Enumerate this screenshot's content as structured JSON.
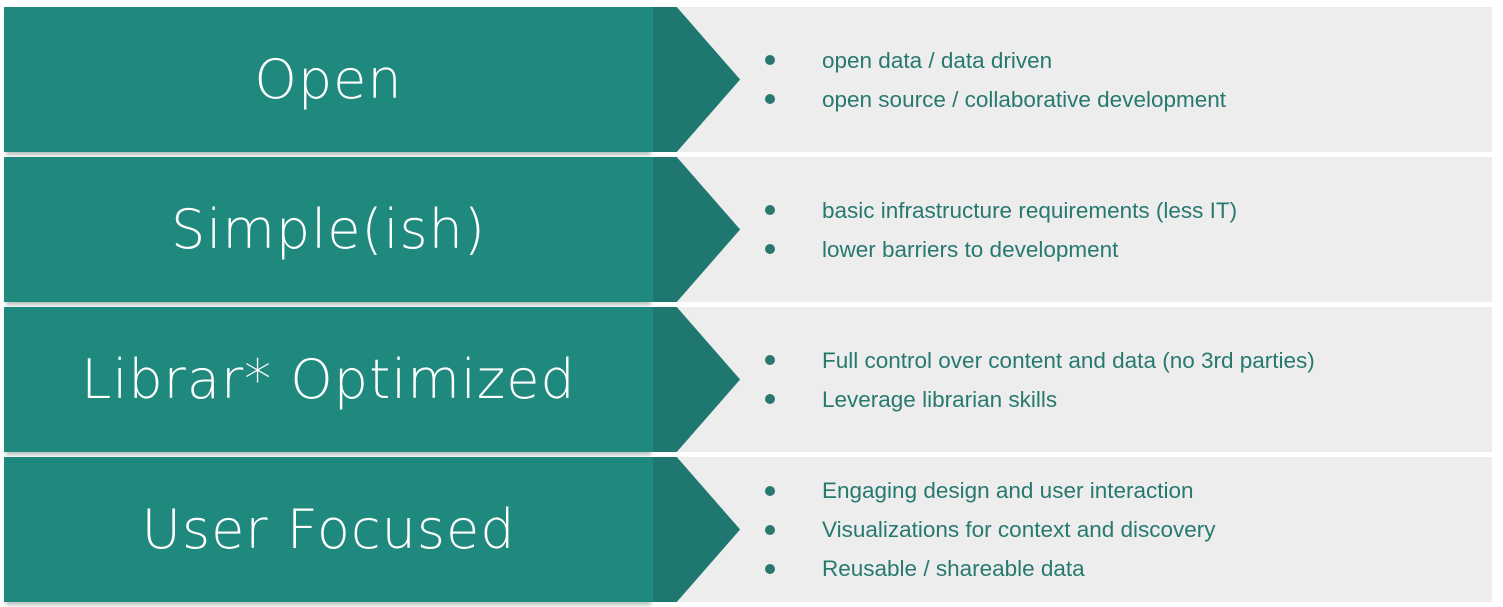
{
  "colors": {
    "page-bg": "#ffffff",
    "banner": "#20897e",
    "banner-tip": "#1e7870",
    "panel-bg": "#ededed",
    "bullet-text": "#27796f",
    "label-text": "#ffffff"
  },
  "rows": [
    {
      "label": "Open",
      "bullets": [
        "open data / data driven",
        "open source / collaborative development"
      ]
    },
    {
      "label": "Simple(ish)",
      "bullets": [
        "basic infrastructure requirements (less IT)",
        "lower barriers to development"
      ]
    },
    {
      "label": "Librar* Optimized",
      "bullets": [
        "Full control over content and data (no 3rd parties)",
        "Leverage librarian skills"
      ]
    },
    {
      "label": "User Focused",
      "bullets": [
        "Engaging design and user interaction",
        "Visualizations for context and discovery",
        "Reusable / shareable data"
      ]
    }
  ]
}
